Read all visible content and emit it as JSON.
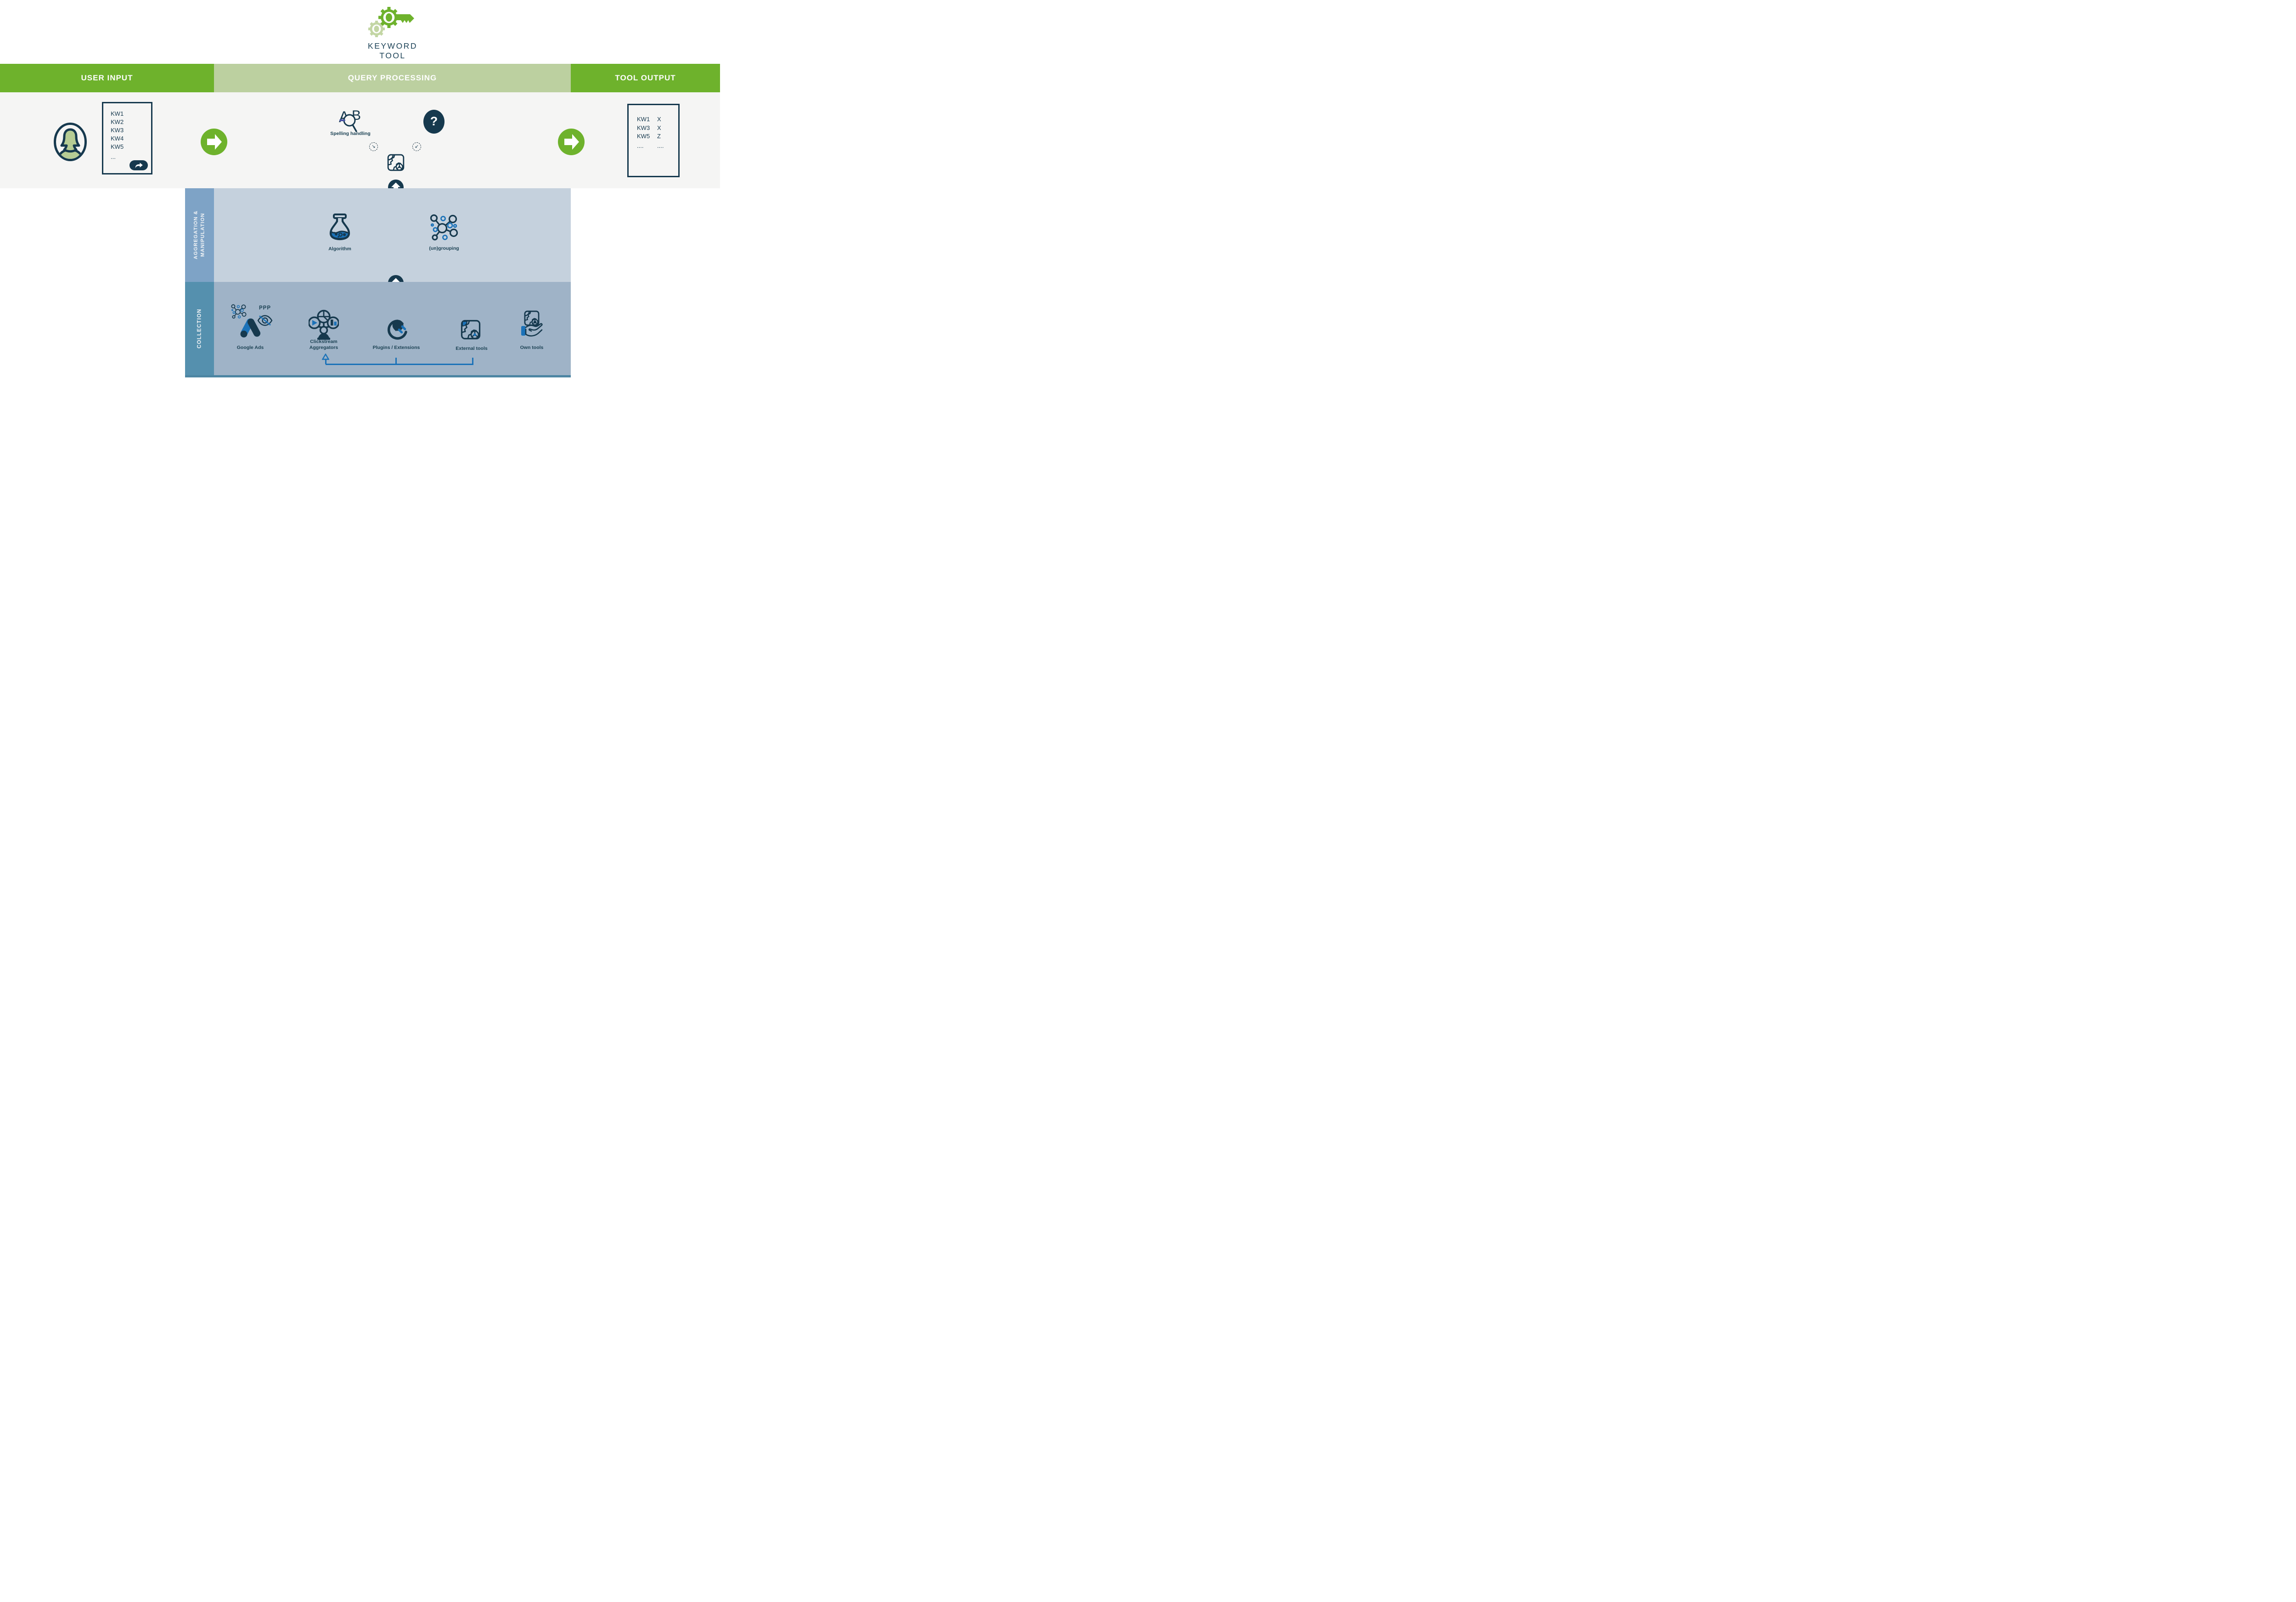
{
  "app": {
    "title": "KEYWORD TOOL"
  },
  "colors": {
    "green": "#6eb22c",
    "sage_green": "#bcd0a0",
    "navy": "#16394e",
    "accent_blue": "#1b72b8",
    "gray_band": "#f5f5f4",
    "aggregation_band": "#c5d1dd",
    "aggregation_column": "#7ea3c6",
    "collection_band": "#9fb3c7",
    "collection_column": "#5590ae"
  },
  "header": {
    "user_input": "USER INPUT",
    "query_processing": "QUERY PROCESSING",
    "tool_output": "TOOL OUTPUT"
  },
  "user_input": {
    "keywords": [
      "KW1",
      "KW2",
      "KW3",
      "KW4",
      "KW5",
      "..."
    ]
  },
  "query_processing": {
    "spelling_label": "Spelling handling",
    "question_mark": "?",
    "arrow_down_right": "↘",
    "arrow_down_left": "↙",
    "spelling_letter_a": "A",
    "spelling_letter_b": "B"
  },
  "tool_output": {
    "rows": [
      {
        "kw": "KW1",
        "val": "X"
      },
      {
        "kw": "KW3",
        "val": "X"
      },
      {
        "kw": "KW5",
        "val": "Z"
      },
      {
        "kw": "....",
        "val": "...."
      }
    ]
  },
  "aggregation": {
    "line1": "AGGREGATION &",
    "line2": "MANIPULATION",
    "algorithm_label": "Algorithm",
    "ungrouping_label": "(un)grouping"
  },
  "collection": {
    "label": "COLLECTION",
    "google_ads_label": "Google Ads",
    "ppp": "PPP",
    "clickstream_line1": "Clickstream",
    "clickstream_line2": "Aggregators",
    "plugins_label": "Plugins / Extensions",
    "external_label": "External tools",
    "own_label": "Own tools"
  }
}
